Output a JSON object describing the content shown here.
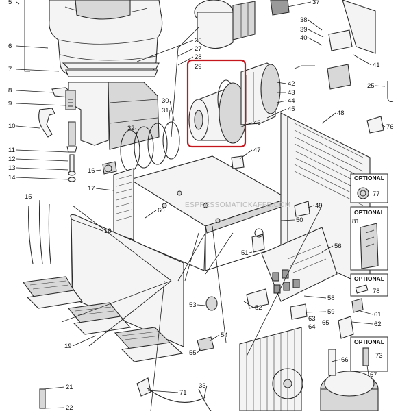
{
  "watermark": "ESPRESSOMATICKAFFE.COM",
  "optional_label": "OPTIONAL",
  "highlight_color": "#c4161c",
  "part_numbers": [
    "5",
    "6",
    "7",
    "8",
    "9",
    "10",
    "11",
    "12",
    "13",
    "14",
    "15",
    "16",
    "17",
    "18",
    "19",
    "21",
    "22",
    "25",
    "26",
    "27",
    "28",
    "29",
    "30",
    "31",
    "32",
    "33",
    "37",
    "38",
    "39",
    "40",
    "41",
    "42",
    "43",
    "44",
    "45",
    "46",
    "47",
    "48",
    "49",
    "50",
    "51",
    "52",
    "53",
    "54",
    "55",
    "56",
    "58",
    "59",
    "60",
    "61",
    "62",
    "63",
    "64",
    "65",
    "66",
    "67",
    "71",
    "73",
    "76",
    "77",
    "78",
    "81"
  ]
}
